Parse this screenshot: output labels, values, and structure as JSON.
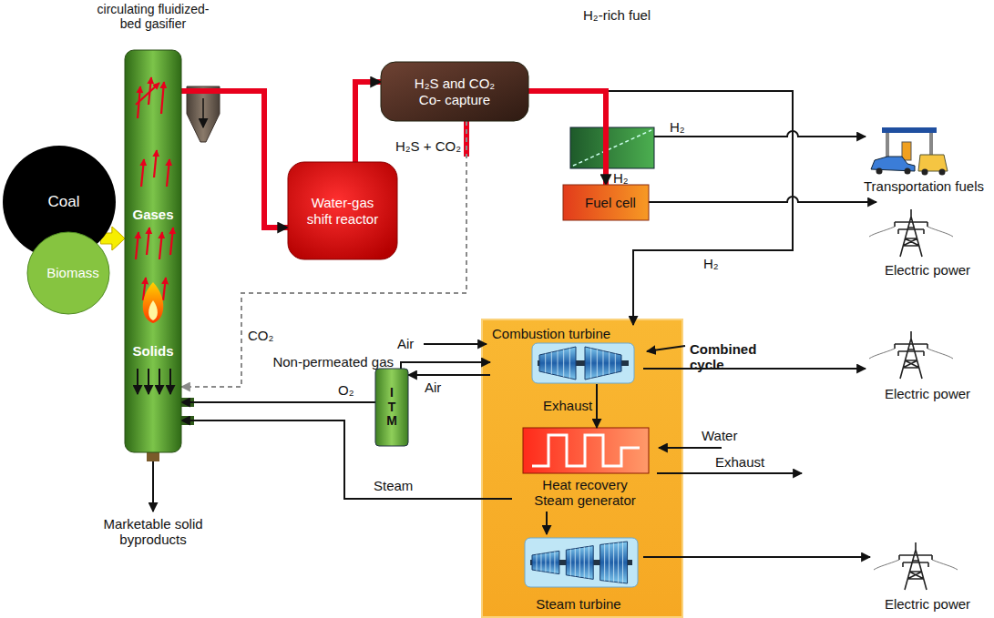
{
  "diagram": {
    "nodes": [
      {
        "text": [
          "Coal"
        ]
      },
      {
        "text": [
          "Biomass"
        ]
      },
      {
        "text": [
          "circulating fluidized-bed gasifier",
          "Gases",
          "Solids"
        ]
      },
      {
        "text": [
          "Water-gas shift reactor"
        ]
      },
      {
        "text": [
          "H₂S and CO₂ Co- capture"
        ]
      },
      {
        "text": [
          "Fuel cell"
        ]
      },
      {
        "text": [
          "I T M"
        ]
      },
      {
        "text": [
          "Combined cycle"
        ]
      },
      {
        "text": [
          "Combustion turbine"
        ],
        "in": 7
      },
      {
        "text": [
          "Heat recovery Steam generator"
        ],
        "in": 7
      },
      {
        "text": [
          "Steam turbine"
        ],
        "in": 7
      }
    ],
    "edges": [
      {
        "from": 0,
        "to": 2,
        "arrow": "to"
      },
      {
        "from": 1,
        "to": 2,
        "arrow": "to"
      },
      {
        "from": 2,
        "to": 3,
        "arrow": "to"
      },
      {
        "from": 3,
        "to": 4,
        "arrow": "to"
      },
      {
        "from": 4,
        "to": 5,
        "label": "H₂",
        "arrow": "to"
      },
      {
        "from": 4,
        "to": 8,
        "label": "H₂",
        "arrow": "to"
      },
      {
        "from": 6,
        "to": 8,
        "label": "Non-permeated gas",
        "arrow": "to"
      },
      {
        "from": 8,
        "to": 6,
        "label": "Air",
        "arrow": "to"
      },
      {
        "from": 6,
        "to": 2,
        "label": "O₂",
        "arrow": "to"
      },
      {
        "from": 4,
        "to": 2,
        "label": "CO₂",
        "arrow": "to"
      },
      {
        "from": 8,
        "to": 9,
        "label": "Exhaust",
        "arrow": "to"
      },
      {
        "from": 9,
        "to": 10,
        "arrow": "to"
      },
      {
        "from": 9,
        "to": 2,
        "label": "Steam",
        "arrow": "to"
      }
    ],
    "labels": [
      "H₂-rich fuel",
      "H₂",
      "Air",
      "H₂S + CO₂",
      "Water",
      "Exhaust",
      "Marketable solid byproducts",
      "Transportation fuels",
      "Electric power",
      "Electric power",
      "Electric power"
    ]
  }
}
